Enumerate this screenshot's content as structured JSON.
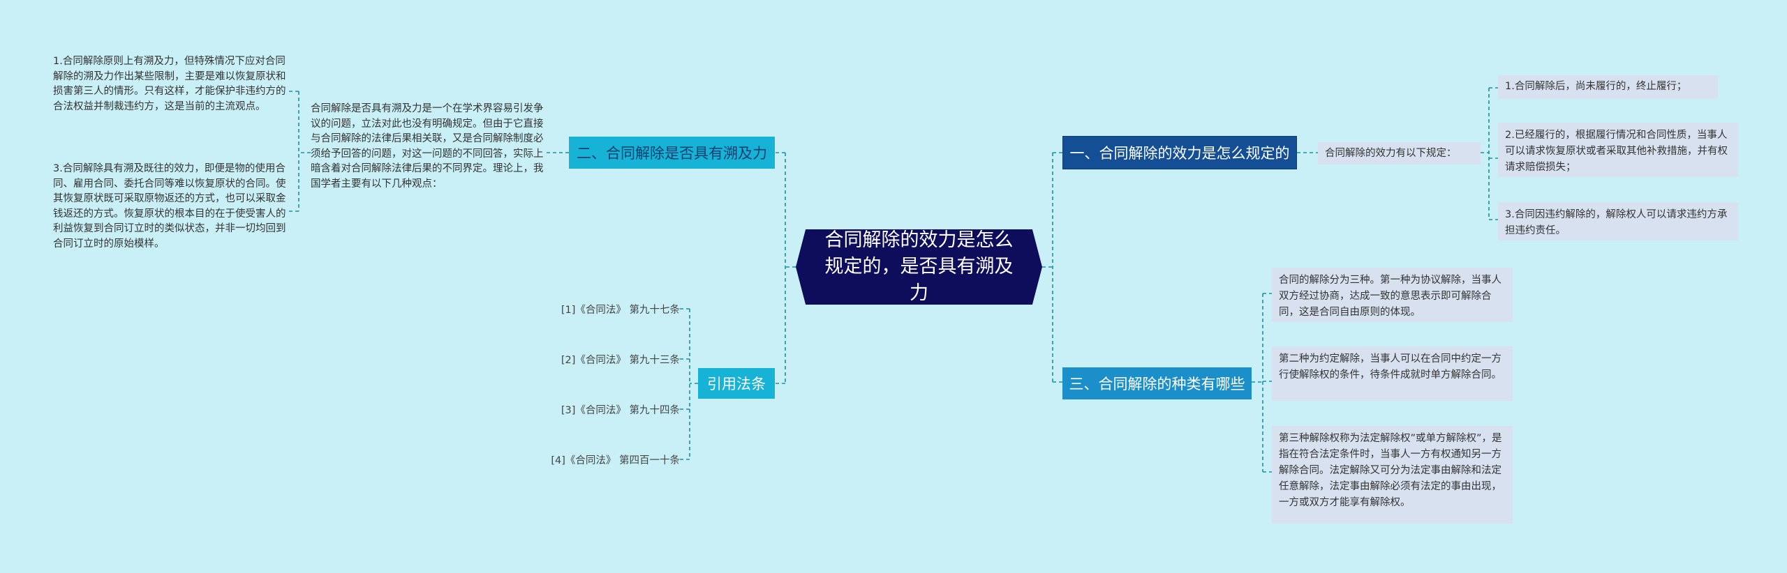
{
  "root": {
    "title": "合同解除的效力是怎么规定的，是否具有溯及力"
  },
  "branch1": {
    "label": "一、合同解除的效力是怎么规定的",
    "intro": "合同解除的效力有以下规定：",
    "items": [
      "1.合同解除后，尚未履行的，终止履行；",
      "2.已经履行的，根据履行情况和合同性质，当事人可以请求恢复原状或者采取其他补救措施，并有权请求赔偿损失；",
      "3.合同因违约解除的，解除权人可以请求违约方承担违约责任。"
    ]
  },
  "branch2": {
    "label": "二、合同解除是否具有溯及力",
    "intro": "合同解除是否具有溯及力是一个在学术界容易引发争议的问题，立法对此也没有明确规定。但由于它直接与合同解除的法律后果相关联，又是合同解除制度必须给予回答的问题，对这一问题的不同回答，实际上暗含着对合同解除法律后果的不同界定。理论上，我国学者主要有以下几种观点：",
    "items": [
      "1.合同解除原则上有溯及力，但特殊情况下应对合同解除的溯及力作出某些限制，主要是难以恢复原状和损害第三人的情形。只有这样，才能保护非违约方的合法权益并制裁违约方，这是当前的主流观点。",
      "3.合同解除具有溯及既往的效力，即便是物的使用合同、雇用合同、委托合同等难以恢复原状的合同。使其恢复原状既可采取原物返还的方式，也可以采取金钱返还的方式。恢复原状的根本目的在于使受害人的利益恢复到合同订立时的类似状态，并非一切均回到合同订立时的原始模样。"
    ]
  },
  "branch3": {
    "label": "三、合同解除的种类有哪些",
    "items": [
      "合同的解除分为三种。第一种为协议解除，当事人双方经过协商，达成一致的意思表示即可解除合同，这是合同自由原则的体现。",
      "第二种为约定解除，当事人可以在合同中约定一方行使解除权的条件，待条件成就时单方解除合同。",
      "第三种解除权称为法定解除权”或单方解除权”，是指在符合法定条件时，当事人一方有权通知另一方解除合同。法定解除又可分为法定事由解除和法定任意解除，法定事由解除必须有法定的事由出现，一方或双方才能享有解除权。"
    ]
  },
  "branch4": {
    "label": "引用法条",
    "items": [
      "[1]《合同法》 第九十七条",
      "[2]《合同法》 第九十三条",
      "[3]《合同法》 第九十四条",
      "[4]《合同法》 第四百一十条"
    ]
  },
  "colors": {
    "background": "#c9f0f6",
    "root": "#0d0d5c",
    "branch_dark": "#144f96",
    "branch_light": "#16b3d6",
    "leaf": "#d8e1ef",
    "connector": "#1c8fa6"
  }
}
